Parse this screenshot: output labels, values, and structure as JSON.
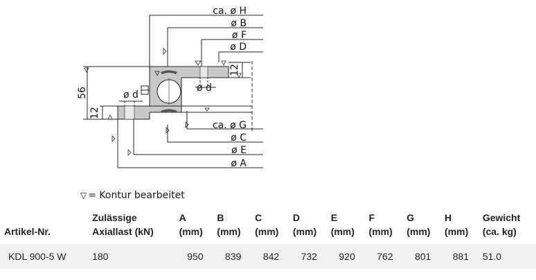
{
  "diagram": {
    "dimension_labels": {
      "H": "ca. ø H",
      "B": "ø B",
      "F": "ø F",
      "D": "ø D",
      "d_right": "ø d",
      "d_left": "ø d",
      "G": "ca. ø G",
      "C": "ø C",
      "E": "ø E",
      "A": "ø A",
      "height_total": "56",
      "height_top": "12",
      "height_bottom": "12"
    }
  },
  "legend": {
    "symbol": "▽",
    "text": "= Kontur bearbeitet"
  },
  "table": {
    "headers": [
      {
        "line1": "",
        "line2": "Artikel-Nr."
      },
      {
        "line1": "Zulässige",
        "line2": "Axiallast (kN)"
      },
      {
        "line1": "A",
        "line2": "(mm)"
      },
      {
        "line1": "B",
        "line2": "(mm)"
      },
      {
        "line1": "C",
        "line2": "(mm)"
      },
      {
        "line1": "D",
        "line2": "(mm)"
      },
      {
        "line1": "E",
        "line2": "(mm)"
      },
      {
        "line1": "F",
        "line2": "(mm)"
      },
      {
        "line1": "G",
        "line2": "(mm)"
      },
      {
        "line1": "H",
        "line2": "(mm)"
      },
      {
        "line1": "Gewicht",
        "line2": "(ca. kg)"
      }
    ],
    "row": [
      "KDL 900-5 W",
      "180",
      "950",
      "839",
      "842",
      "732",
      "920",
      "762",
      "801",
      "881",
      "51.0"
    ]
  }
}
